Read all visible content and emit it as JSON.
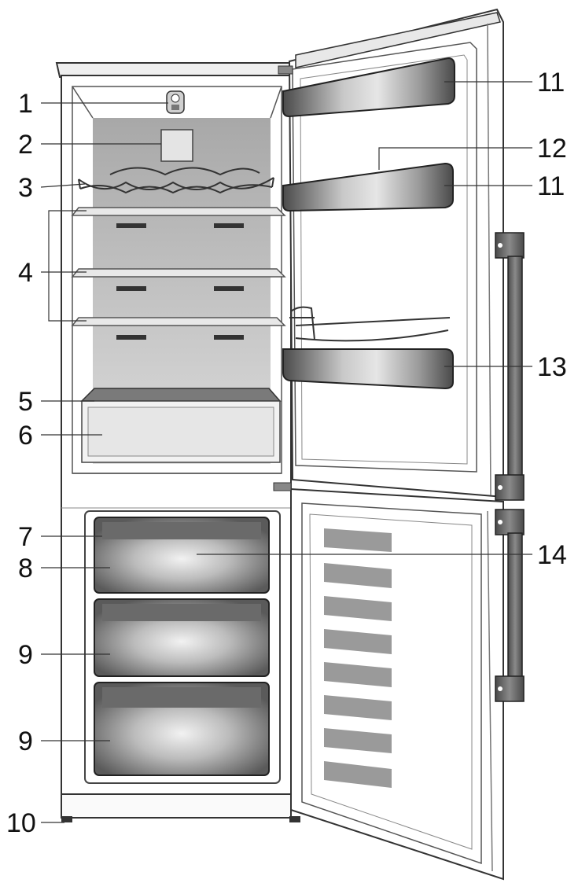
{
  "callouts": [
    {
      "id": "c1",
      "text": "1"
    },
    {
      "id": "c2",
      "text": "2"
    },
    {
      "id": "c3",
      "text": "3"
    },
    {
      "id": "c4",
      "text": "4"
    },
    {
      "id": "c5",
      "text": "5"
    },
    {
      "id": "c6",
      "text": "6"
    },
    {
      "id": "c7",
      "text": "7"
    },
    {
      "id": "c8",
      "text": "8"
    },
    {
      "id": "c9a",
      "text": "9"
    },
    {
      "id": "c9b",
      "text": "9"
    },
    {
      "id": "c10",
      "text": "10"
    },
    {
      "id": "c11a",
      "text": "11"
    },
    {
      "id": "c12",
      "text": "12"
    },
    {
      "id": "c11b",
      "text": "11"
    },
    {
      "id": "c13",
      "text": "13"
    },
    {
      "id": "c14",
      "text": "14"
    }
  ],
  "colors": {
    "outline": "#333333",
    "cabinet_gray": "#b8b8b8",
    "shelf": "#d6d6d6",
    "door_bin_dark": "#5a5a5a",
    "door_bin_light": "#d0d0d0",
    "handle": "#6a6a6a",
    "vent_slot": "#9a9a9a"
  }
}
